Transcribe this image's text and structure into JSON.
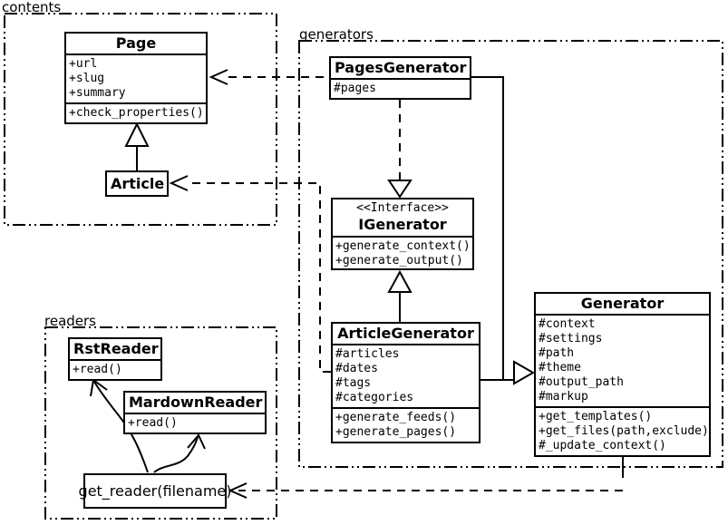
{
  "diagram": {
    "packages": {
      "contents": {
        "label": "contents"
      },
      "generators": {
        "label": "generators"
      },
      "readers": {
        "label": "readers"
      }
    },
    "classes": {
      "page": {
        "name": "Page",
        "attrs": [
          "+url",
          "+slug",
          "+summary"
        ],
        "methods": [
          "+check_properties()"
        ]
      },
      "article": {
        "name": "Article"
      },
      "pagesGenerator": {
        "name": "PagesGenerator",
        "attrs": [
          "#pages"
        ]
      },
      "igenerator": {
        "stereotype": "<<Interface>>",
        "name": "IGenerator",
        "methods": [
          "+generate_context()",
          "+generate_output()"
        ]
      },
      "articleGenerator": {
        "name": "ArticleGenerator",
        "attrs": [
          "#articles",
          "#dates",
          "#tags",
          "#categories"
        ],
        "methods": [
          "+generate_feeds()",
          "+generate_pages()"
        ]
      },
      "generator": {
        "name": "Generator",
        "attrs": [
          "#context",
          "#settings",
          "#path",
          "#theme",
          "#output_path",
          "#markup"
        ],
        "methods": [
          "+get_templates()",
          "+get_files(path,exclude)",
          "#_update_context()"
        ]
      },
      "rstReader": {
        "name": "RstReader",
        "methods": [
          "+read()"
        ]
      },
      "mardownReader": {
        "name": "MardownReader",
        "methods": [
          "+read()"
        ]
      },
      "getReader": {
        "label": "get_reader(filename)"
      }
    },
    "colors": {
      "line": "#000000",
      "background": "#ffffff",
      "box_fill": "#ffffff"
    }
  }
}
